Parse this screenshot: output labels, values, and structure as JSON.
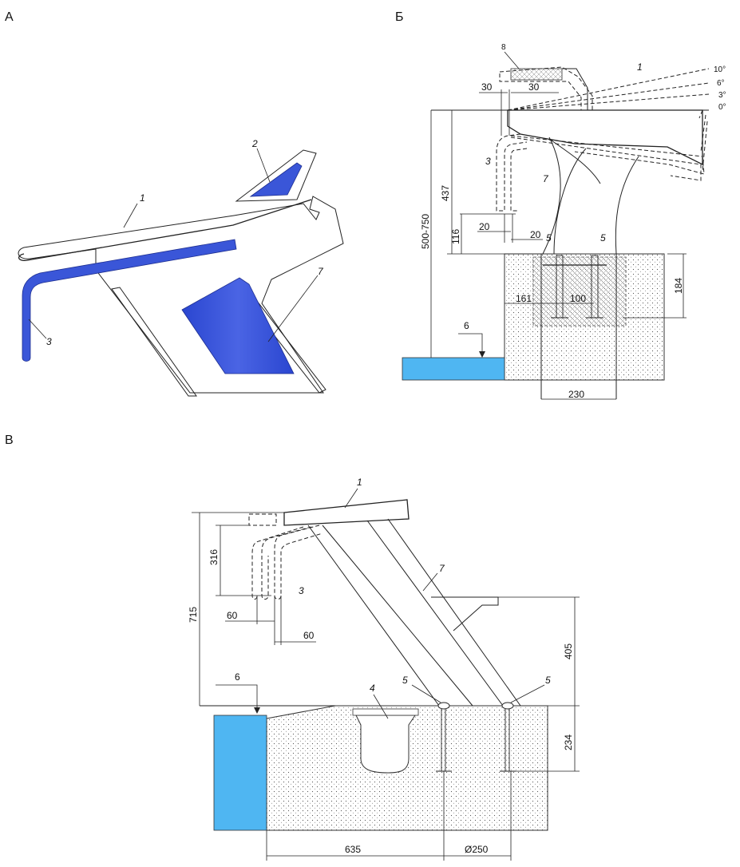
{
  "panels": {
    "a": {
      "letter": "А",
      "callouts": [
        "1",
        "2",
        "3",
        "7"
      ]
    },
    "b": {
      "letter": "Б",
      "angles": [
        "10°",
        "6°",
        "3°",
        "0°"
      ],
      "callouts": [
        "8",
        "1",
        "3",
        "7",
        "5",
        "5",
        "6"
      ],
      "dims": [
        "30",
        "30",
        "437",
        "500-750",
        "116",
        "20",
        "20",
        "161",
        "100",
        "184",
        "230"
      ]
    },
    "v": {
      "letter": "В",
      "callouts": [
        "1",
        "7",
        "3",
        "6",
        "4",
        "5",
        "5"
      ],
      "dims": [
        "715",
        "316",
        "60",
        "60",
        "405",
        "234",
        "635",
        "Ø250"
      ]
    }
  },
  "colors": {
    "blue_fill": "#3a56d8",
    "water": "#4fb6f2",
    "line": "#222222"
  }
}
